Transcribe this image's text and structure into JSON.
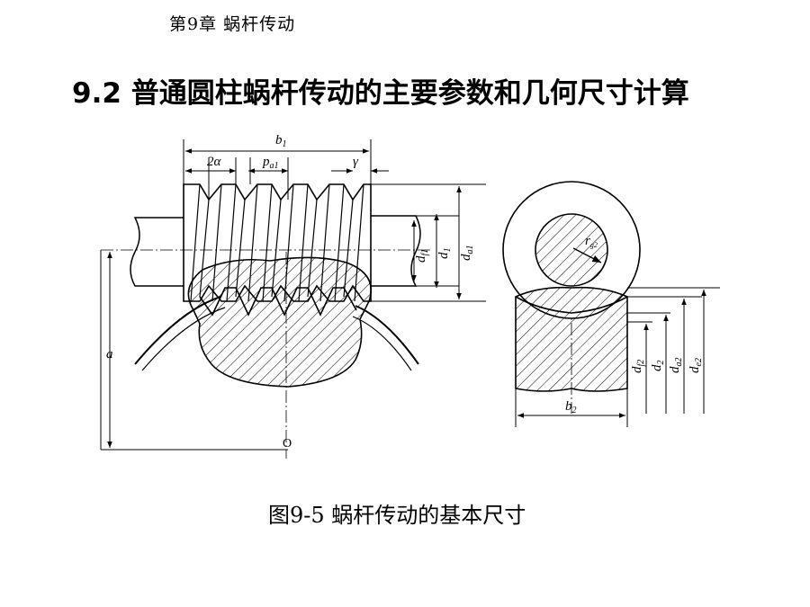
{
  "header": {
    "chapter": "第9章  蜗杆传动"
  },
  "page": {
    "title": "9.2 普通圆柱蜗杆传动的主要参数和几何尺寸计算"
  },
  "figure": {
    "caption": "图9-5 蜗杆传动的基本尺寸",
    "labels": {
      "b1": "b",
      "b1_sub": "1",
      "two_alpha": "2α",
      "pa1": "p",
      "pa1_sub": "a1",
      "gamma": "γ",
      "df1": "d",
      "df1_sub": "f1",
      "d1": "d",
      "d1_sub": "1",
      "da1": "d",
      "da1_sub": "a1",
      "a": "a",
      "O": "O",
      "b2": "b",
      "b2_sub": "2",
      "df2": "d",
      "df2_sub": "f2",
      "d2": "d",
      "d2_sub": "2",
      "da2": "d",
      "da2_sub": "a2",
      "de2": "d",
      "de2_sub": "e2",
      "r": "r",
      "r_sub": "g2"
    }
  }
}
